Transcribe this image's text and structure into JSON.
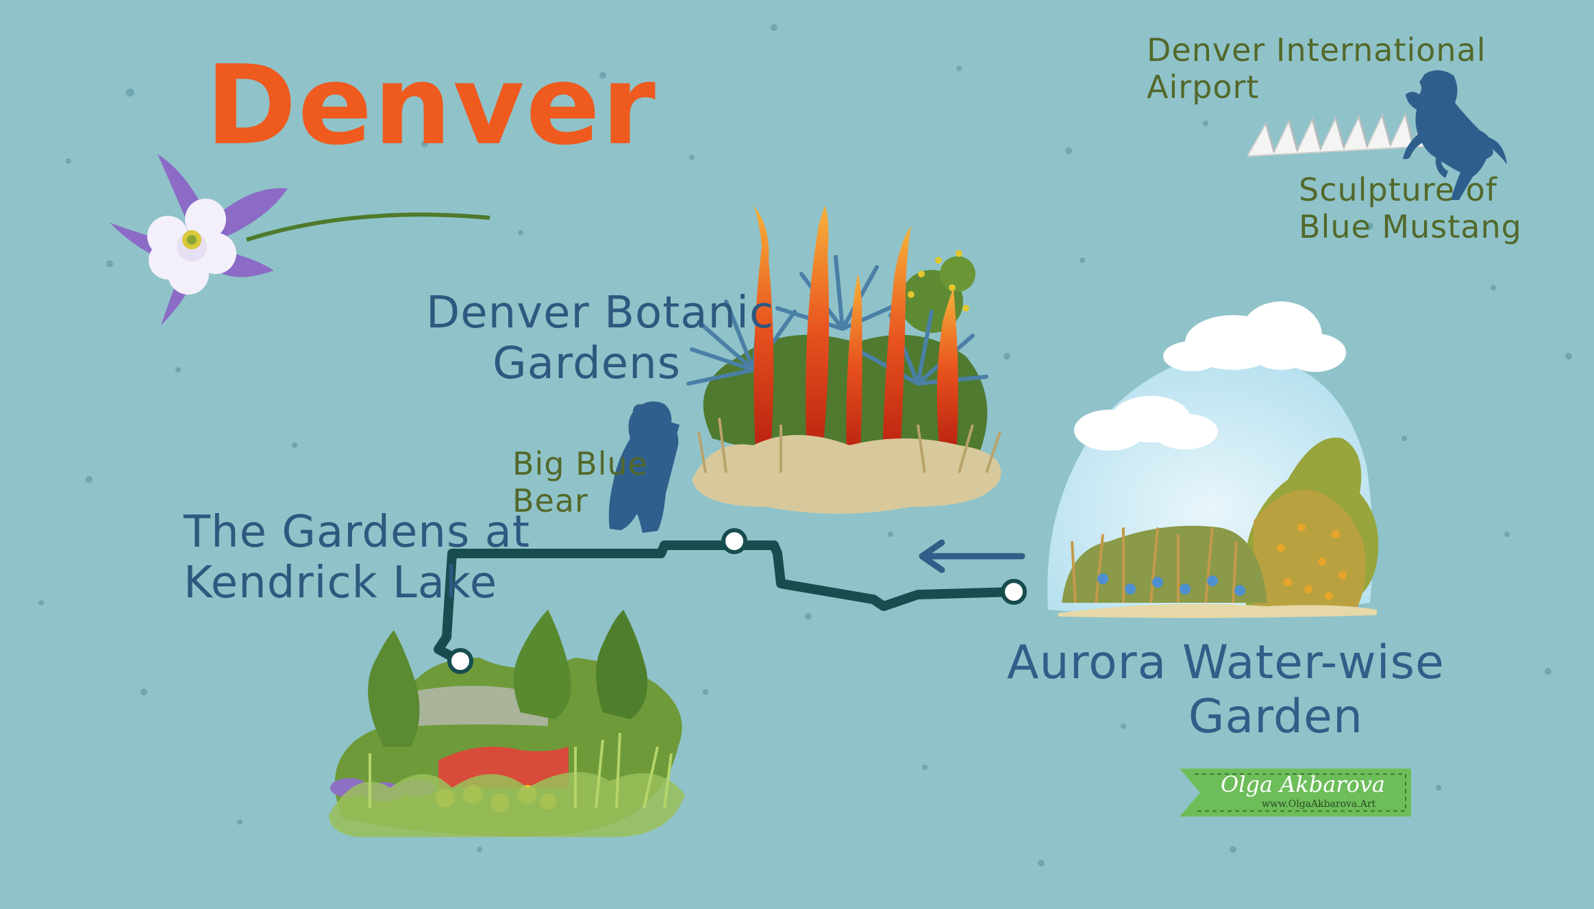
{
  "map": {
    "title": "Denver",
    "colors": {
      "background": "#8fc3c9",
      "title": "#ef5a1f",
      "route": "#174d4e",
      "label_blue": "#2f587f",
      "label_green": "#53682a",
      "artist_tag": "#6dbd5a"
    },
    "places": [
      {
        "id": "botanic",
        "lines": [
          "Denver Botanic",
          "Gardens"
        ]
      },
      {
        "id": "kendrick",
        "lines": [
          "The Gardens at",
          "Kendrick Lake"
        ]
      },
      {
        "id": "aurora",
        "lines": [
          "Aurora Water-wise",
          "Garden"
        ]
      }
    ],
    "landmarks": [
      {
        "id": "bear",
        "lines": [
          "Big Blue",
          "Bear"
        ]
      },
      {
        "id": "airport",
        "lines": [
          "Denver International",
          "Airport"
        ]
      },
      {
        "id": "mustang",
        "lines": [
          "Sculpture of",
          "Blue Mustang"
        ]
      }
    ],
    "icons": [
      "columbine-flower-icon",
      "blue-bear-icon",
      "blue-mustang-icon",
      "airport-roof-icon",
      "direction-arrow-icon",
      "cloud-icon"
    ],
    "artist": {
      "name": "Olga Akbarova",
      "url": "www.OlgaAkbarova.Art"
    }
  }
}
